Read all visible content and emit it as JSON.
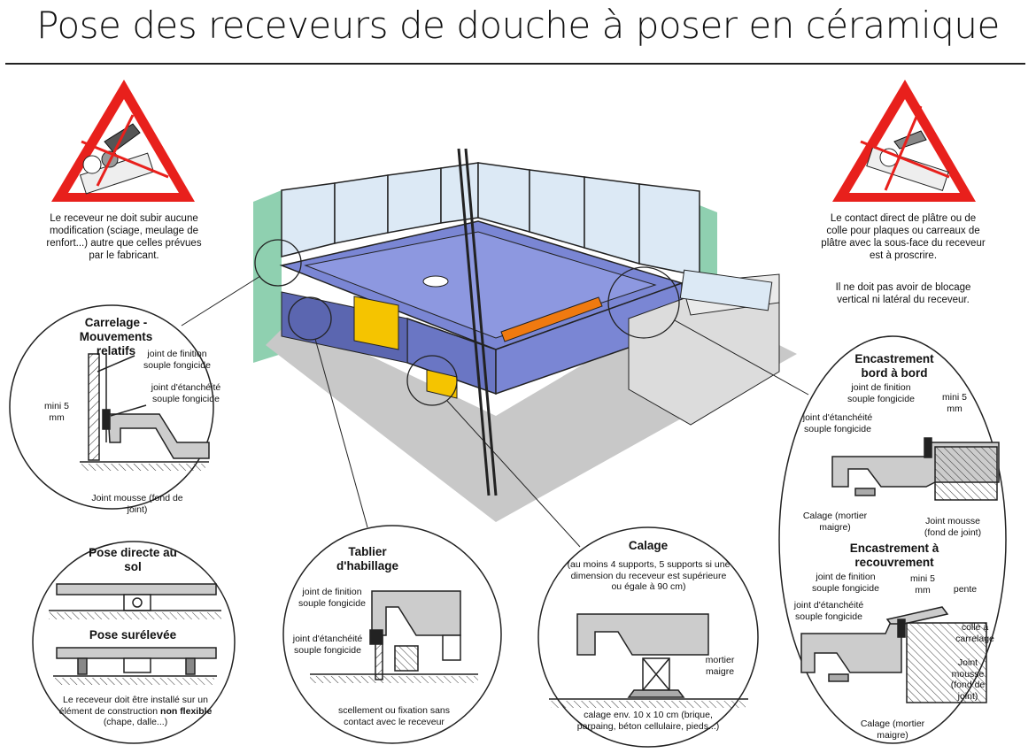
{
  "title": "Pose des receveurs de douche à poser en céramique",
  "warnings": {
    "left": "Le receveur ne doit subir aucune modification (sciage, meulage de renfort...) autre que celles prévues par le fabricant.",
    "right_1": "Le contact direct de plâtre ou de colle pour plaques ou carreaux de plâtre avec la sous-face du receveur est à proscrire.",
    "right_2": "Il ne doit pas avoir de blocage vertical ni latéral du receveur."
  },
  "carrelage": {
    "heading": "Carrelage - Mouvements relatifs",
    "joint_finition": "joint de finition souple fongicide",
    "joint_etancheite": "joint d'étanchéité souple fongicide",
    "mini": "mini 5 mm",
    "joint_mousse": "Joint mousse (fond de joint)"
  },
  "pose": {
    "heading_1": "Pose directe au sol",
    "heading_2": "Pose surélevée",
    "note_1": "Le receveur doit être installé sur un élément de construction",
    "note_bold": "non flexible",
    "note_2": "(chape, dalle...)"
  },
  "tablier": {
    "heading": "Tablier d'habillage",
    "joint_finition": "joint de finition souple fongicide",
    "joint_etancheite": "joint d'étanchéité souple fongicide",
    "scellement": "scellement ou fixation sans contact avec le receveur"
  },
  "calage": {
    "heading": "Calage",
    "note": "(au moins 4 supports, 5 supports si une dimension du receveur est supérieure ou égale à 90 cm)",
    "mortier": "mortier maigre",
    "calage_env": "calage env. 10 x 10 cm (brique, parpaing, béton cellulaire, pieds...)"
  },
  "encastrement": {
    "heading_1": "Encastrement bord à bord",
    "joint_finition_1": "joint de finition souple fongicide",
    "mini_1": "mini 5 mm",
    "joint_etancheite_1": "joint d'étanchéité souple fongicide",
    "calage_1": "Calage (mortier maigre)",
    "joint_mousse_1": "Joint mousse (fond de joint)",
    "heading_2": "Encastrement à recouvrement",
    "joint_finition_2": "joint de finition souple fongicide",
    "mini_2": "mini 5 mm",
    "pente": "pente",
    "joint_etancheite_2": "joint d'étanchéité souple fongicide",
    "colle": "colle à carrelage",
    "joint_mousse_2": "Joint mousse (fond de joint)",
    "calage_2": "Calage (mortier maigre)"
  },
  "colors": {
    "tray_blue": "#7a86d4",
    "tile_blue": "#dce9f5",
    "wall_green": "#8fd0b0",
    "floor_gray": "#c8c8c8",
    "support_yellow": "#f5c400",
    "level_orange": "#f07a10",
    "warning_red": "#e8201c"
  },
  "icons": [
    "warning-saw-icon",
    "warning-plaster-icon"
  ]
}
